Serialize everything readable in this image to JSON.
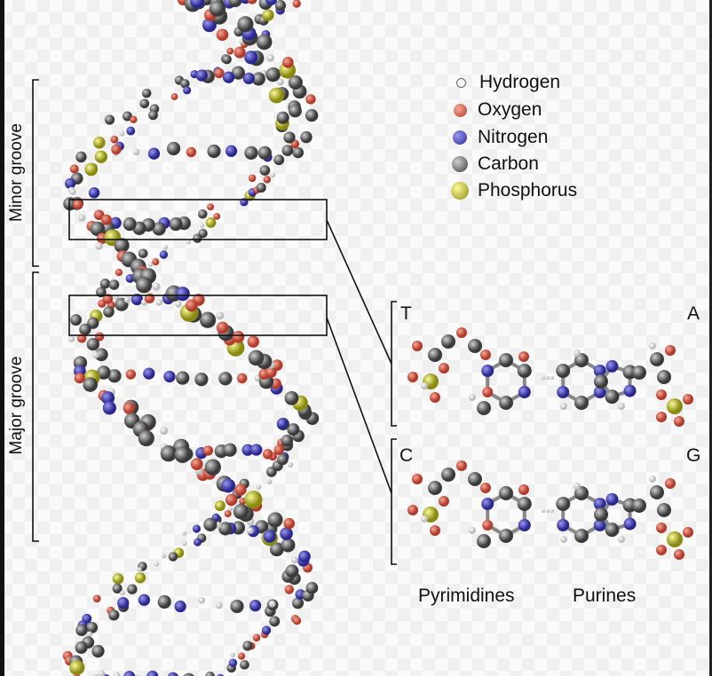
{
  "legend": [
    {
      "label": "Hydrogen",
      "color": "#f2f2f2",
      "size": "small"
    },
    {
      "label": "Oxygen",
      "color": "#e0705e"
    },
    {
      "label": "Nitrogen",
      "color": "#4a46c8"
    },
    {
      "label": "Carbon",
      "color": "#7a7a7a"
    },
    {
      "label": "Phosphorus",
      "color": "#d8d83a"
    }
  ],
  "grooves": {
    "minor": "Minor groove",
    "major": "Major groove"
  },
  "pairs": {
    "t": "T",
    "a": "A",
    "c": "C",
    "g": "G"
  },
  "captions": {
    "pyrimidines": "Pyrimidines",
    "purines": "Purines"
  }
}
